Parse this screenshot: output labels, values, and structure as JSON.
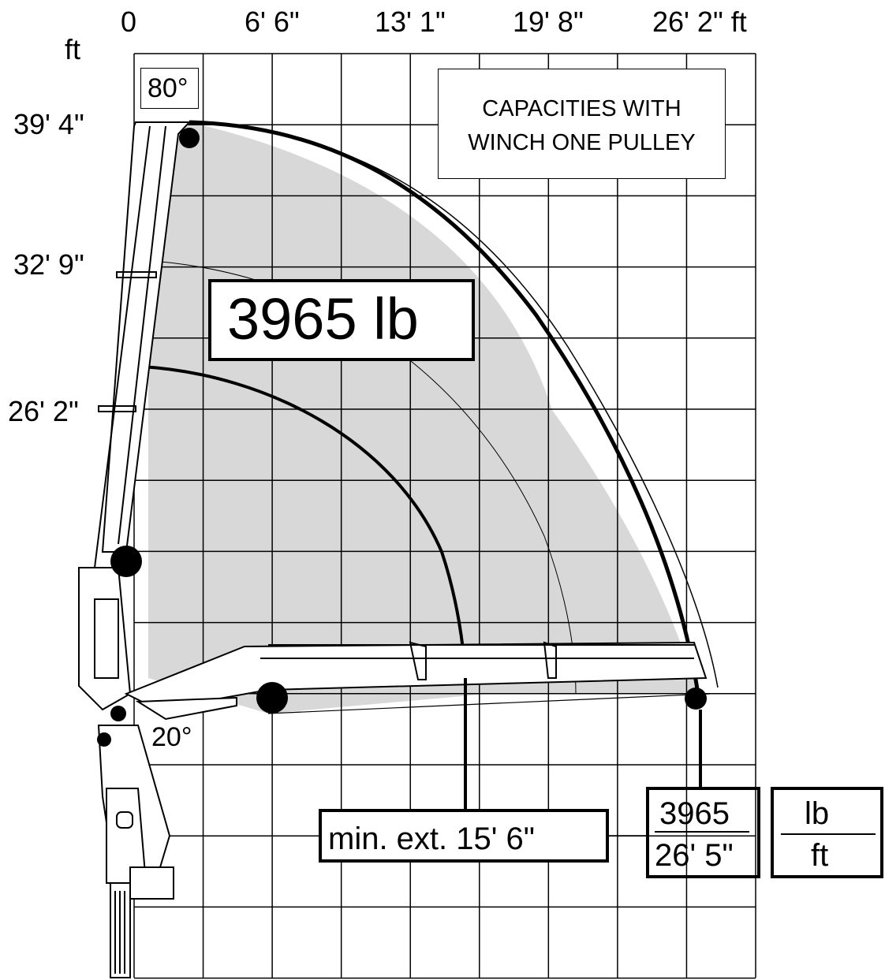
{
  "x_axis": {
    "ticks": [
      "0",
      "6' 6\"",
      "13' 1\"",
      "19' 8\"",
      "26' 2\" ft"
    ]
  },
  "y_axis": {
    "unit": "ft",
    "ticks": [
      "39' 4\"",
      "32' 9\"",
      "26' 2\""
    ]
  },
  "angles": {
    "max": "80°",
    "min": "20°"
  },
  "title": {
    "line1": "CAPACITIES WITH",
    "line2": "WINCH ONE PULLEY"
  },
  "capacity_label": "3965 lb",
  "min_extension_label": "min. ext. 15' 6\"",
  "tip_rating": {
    "load": "3965",
    "reach": "26' 5\""
  },
  "units_legend": {
    "top": "lb",
    "bottom": "ft"
  },
  "colors": {
    "envelope_fill": "#d8d8d8",
    "line": "#000000",
    "grid": "#000000"
  }
}
